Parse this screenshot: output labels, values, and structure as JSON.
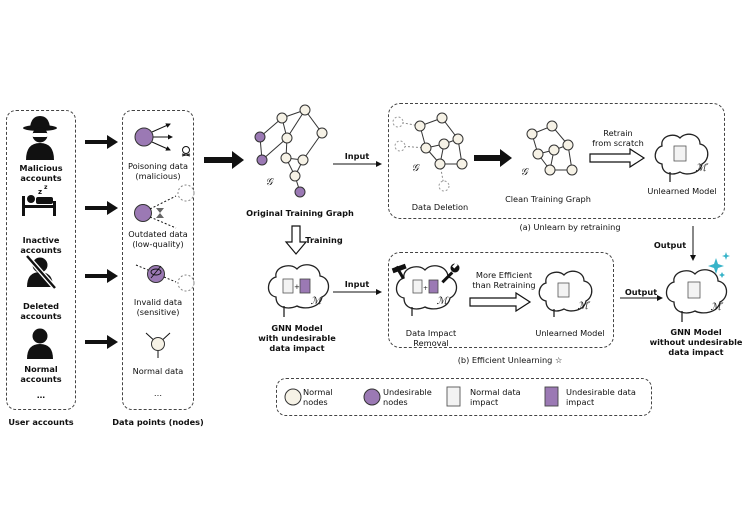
{
  "user_accounts": {
    "items": [
      "Malicious\naccounts",
      "Inactive\naccounts",
      "Deleted\naccounts",
      "Normal\naccounts"
    ],
    "ellipsis": "…",
    "caption": "User accounts"
  },
  "data_points": {
    "items": [
      "Poisoning data\n(malicious)",
      "Outdated data\n(low-quality)",
      "Invalid data\n(sensitive)",
      "Normal data"
    ],
    "ellipsis": "…",
    "caption": "Data points (nodes)"
  },
  "original_graph": {
    "symbol": "𝒢",
    "caption": "Original Training Graph"
  },
  "arrows": {
    "input1": "Input",
    "training": "Training",
    "input2": "Input",
    "output1": "Output",
    "output2": "Output"
  },
  "retrain_panel": {
    "deletion_symbol": "𝒢",
    "deletion_label": "Data Deletion",
    "clean_symbol": "𝒢",
    "clean_label": "Clean Training Graph",
    "retrain_label": "Retrain\nfrom scratch",
    "model_symbol": "ℳ′",
    "model_label": "Unlearned Model",
    "title": "(a) Unlearn by retraining"
  },
  "gnn_model": {
    "symbol": "ℳ",
    "label": "GNN Model\nwith undesirable\ndata impact"
  },
  "efficient_panel": {
    "model_symbol": "ℳ",
    "removal_label": "Data Impact\nRemoval",
    "more_efficient": "More Efficient\nthan Retraining",
    "model2_symbol": "ℳ′",
    "unlearned_label": "Unlearned Model",
    "title": "(b) Efficient Unlearning ☆"
  },
  "final_model": {
    "symbol": "ℳ′",
    "label": "GNN Model\nwithout undesirable\ndata impact"
  },
  "legend": {
    "items": [
      "Normal\nnodes",
      "Undesirable\nnodes",
      "Normal data\nimpact",
      "Undesirable data\nimpact"
    ]
  },
  "colors": {
    "purple": "#9b79b4",
    "cream": "#f6f2e6",
    "book_light": "#f3f3f3",
    "book_purple": "#9b79b4",
    "sparkle": "#38b4c9"
  }
}
